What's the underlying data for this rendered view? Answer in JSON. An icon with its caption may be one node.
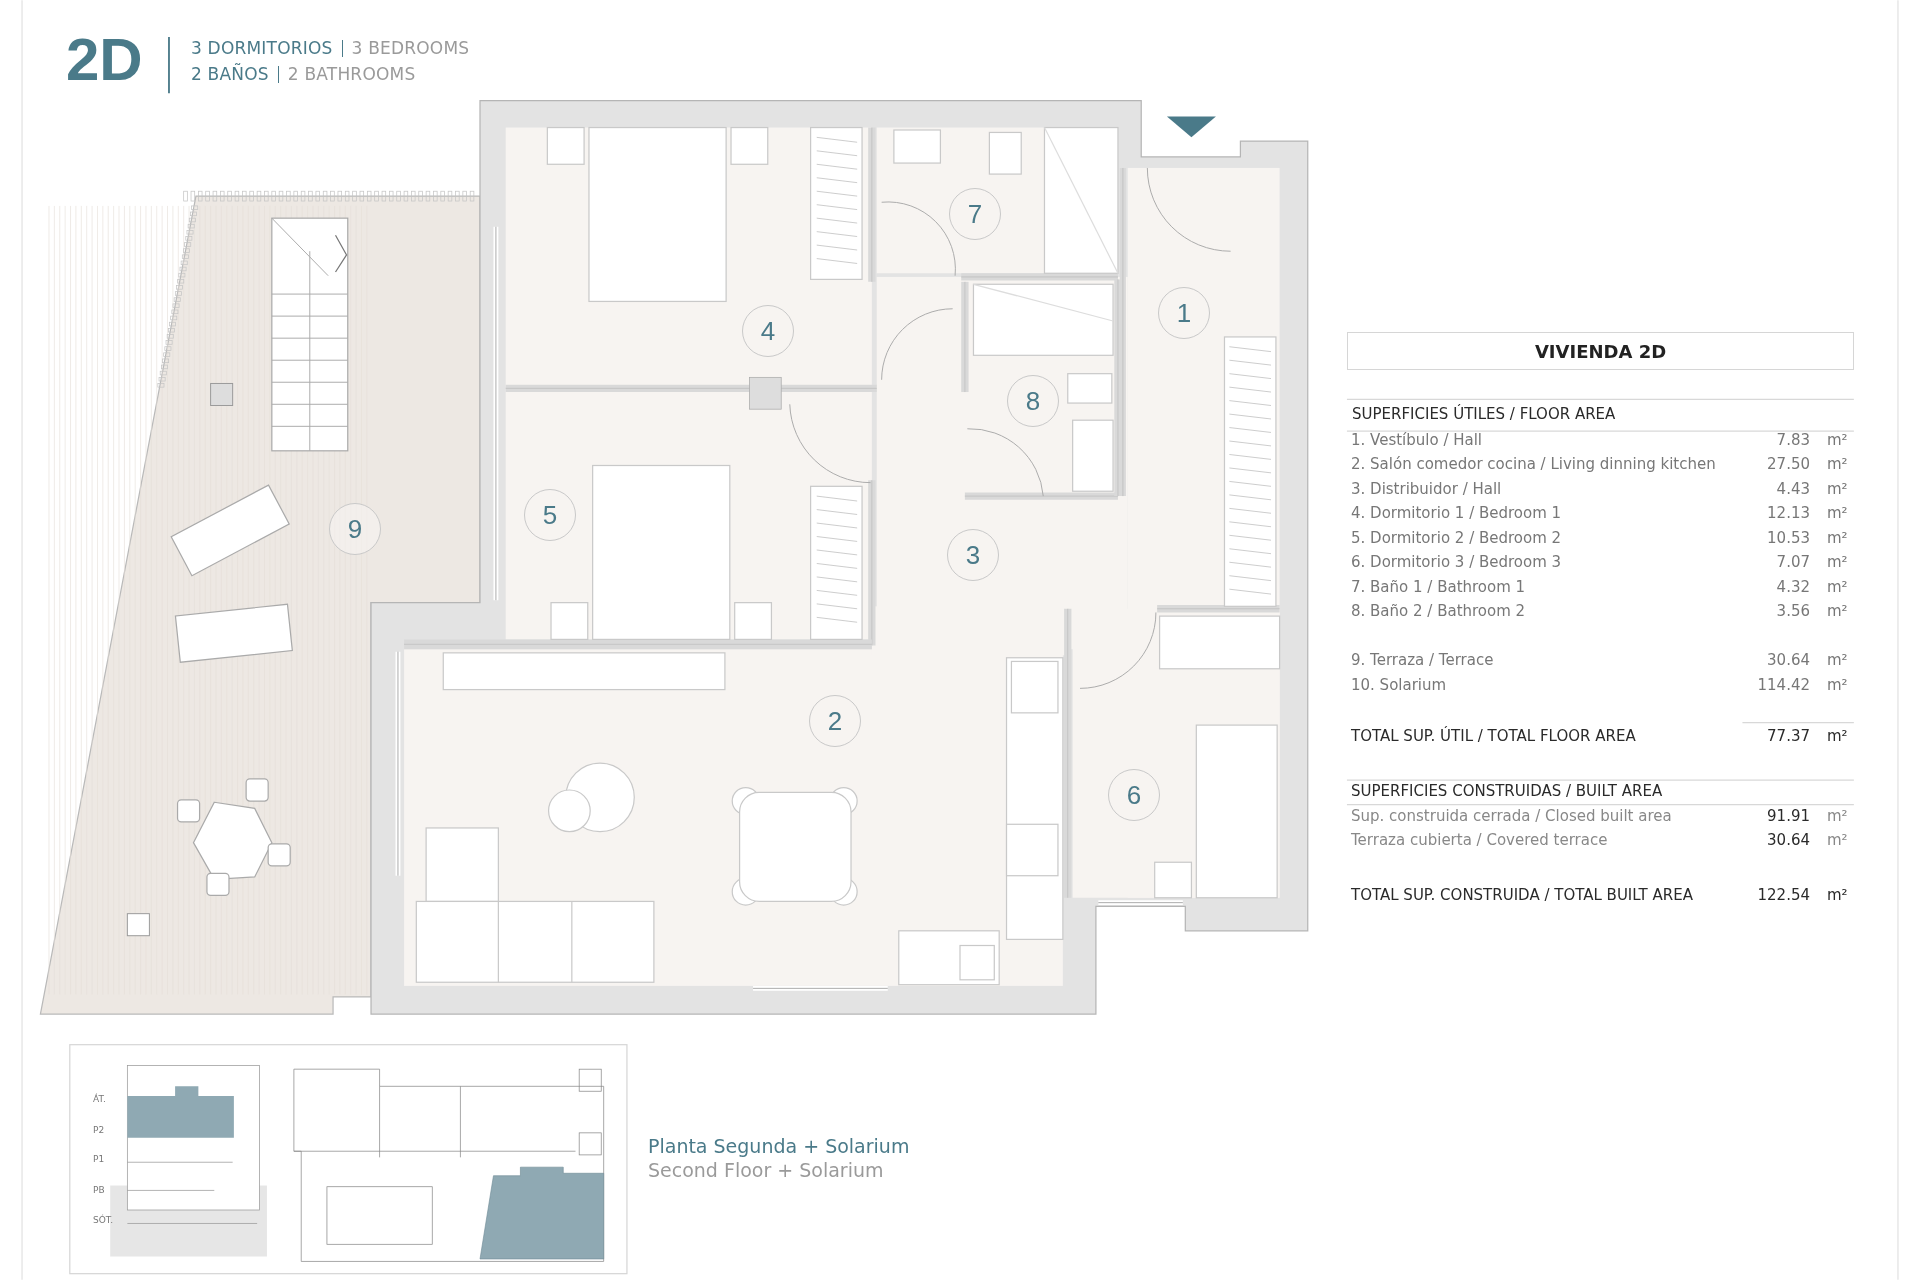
{
  "diagram": {
    "title": "2D",
    "nodes": [
      {
        "text": [
          "VIVIENDA 2D"
        ]
      },
      {
        "text": [
          "1"
        ]
      },
      {
        "text": [
          "2"
        ]
      },
      {
        "text": [
          "3"
        ]
      },
      {
        "text": [
          "4"
        ]
      },
      {
        "text": [
          "5"
        ]
      },
      {
        "text": [
          "6"
        ]
      },
      {
        "text": [
          "7"
        ]
      },
      {
        "text": [
          "8"
        ]
      },
      {
        "text": [
          "9"
        ]
      }
    ],
    "labels": [
      "3 DORMITORIOS",
      "3 BEDROOMS",
      "2 BAÑOS",
      "2 BATHROOMS",
      "SUPERFICIES ÚTILES / FLOOR AREA",
      "1. Vestíbulo / Hall",
      "7.83",
      "m²",
      "2. Salón comedor cocina / Living dinning kitchen",
      "27.50",
      "m²",
      "3. Distribuidor / Hall",
      "4.43",
      "m²",
      "4. Dormitorio 1 / Bedroom 1",
      "12.13",
      "m²",
      "5. Dormitorio 2 / Bedroom 2",
      "10.53",
      "m²",
      "6. Dormitorio 3 / Bedroom 3",
      "7.07",
      "m²",
      "7. Baño 1 / Bathroom 1",
      "4.32",
      "m²",
      "8. Baño 2 / Bathroom 2",
      "3.56",
      "m²",
      "9. Terraza / Terrace",
      "30.64",
      "m²",
      "10. Solarium",
      "114.42",
      "m²",
      "TOTAL SUP. ÚTIL / TOTAL FLOOR AREA",
      "77.37",
      "m²",
      "SUPERFICIES CONSTRUIDAS / BUILT AREA",
      "Sup. construida cerrada / Closed built area",
      "91.91",
      "m²",
      "Terraza cubierta / Covered terrace",
      "30.64",
      "m²",
      "TOTAL SUP. CONSTRUIDA / TOTAL BUILT AREA",
      "122.54",
      "m²",
      "ÁT.",
      "P2",
      "P1",
      "PB",
      "SÓT.",
      "Planta Segunda + Solarium",
      "Second Floor + Solarium"
    ]
  }
}
